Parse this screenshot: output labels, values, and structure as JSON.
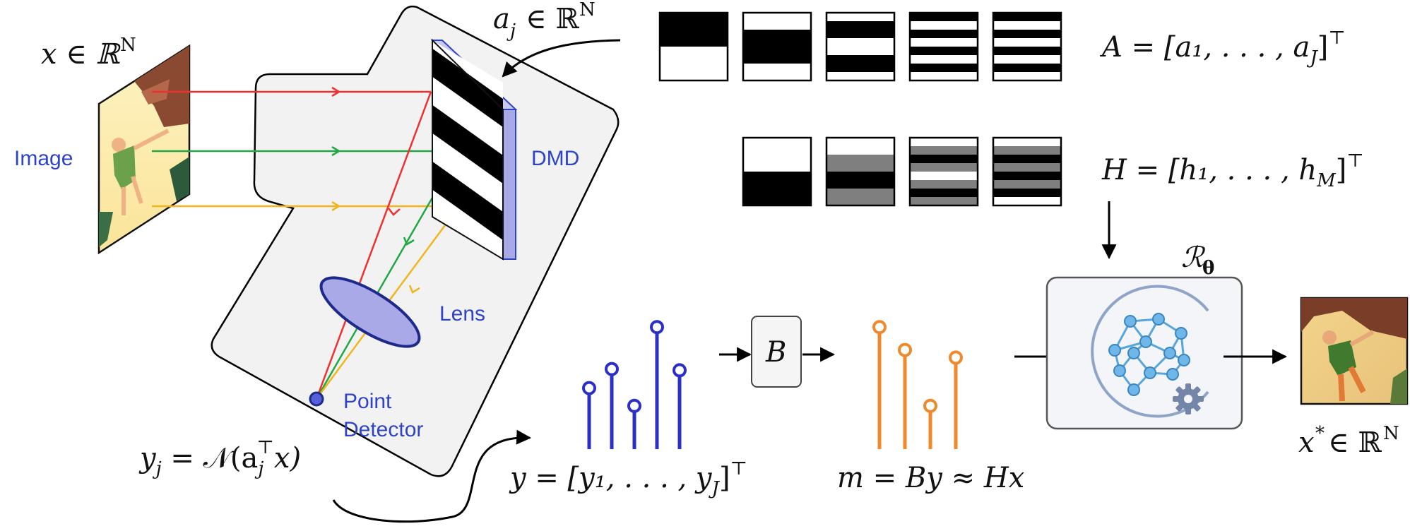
{
  "labels": {
    "image": "Image",
    "dmd": "DMD",
    "lens": "Lens",
    "point_detector_line1": "Point",
    "point_detector_line2": "Detector",
    "b_block": "B",
    "reconstructor": "ℛ"
  },
  "equations": {
    "x_in": "x ∈ ℝ",
    "x_in_sup": "N",
    "a_j": "a",
    "a_j_sub": "j",
    "a_j_set": "∈ ℝ",
    "a_j_sup": "N",
    "A_matrix": "A = [a₁, . . . , a",
    "A_matrix_sub": "J",
    "A_matrix_end": "]",
    "A_matrix_sup": "⊤",
    "H_matrix": "H = [h₁, . . . , h",
    "H_matrix_sub": "M",
    "H_matrix_end": "]",
    "H_matrix_sup": "⊤",
    "y_j": "y",
    "y_j_sub": "j",
    "y_j_rest": " = 𝒩(a",
    "y_j_rest_sub": "j",
    "y_j_rest_sup": "⊤",
    "y_j_end": "x)",
    "y_vector": "y = [y₁, . . . , y",
    "y_vector_sub": "J",
    "y_vector_end": "]",
    "y_vector_sup": "⊤",
    "m_eq": "m = By ≈ Hx",
    "x_star": "x",
    "x_star_sup": "*",
    "x_star_set": "∈ ℝ",
    "x_star_set_sup": "N",
    "r_theta_sub": "θ"
  },
  "colors": {
    "ray_red": "#f03030",
    "ray_green": "#1fa845",
    "ray_yellow": "#f2b51b",
    "measurement_blue": "#2b2fc9",
    "measurement_orange": "#ef8a2c",
    "label_blue": "#2e44c7",
    "panel_gray": "#f2f2f2",
    "dmd_purple": "#a9a9e8",
    "network_blue": "#56a5dd"
  },
  "icons": {
    "network": "neural-network-icon",
    "gear": "gear-icon"
  },
  "measurements": {
    "y_stems": [
      0.48,
      0.63,
      0.34,
      0.96,
      0.62
    ],
    "m_stems": [
      0.96,
      0.78,
      0.34,
      0.72
    ]
  },
  "patterns": {
    "A_row": [
      [
        [
          0,
          0.5,
          "#000"
        ]
      ],
      [
        [
          0.25,
          0.75,
          "#000"
        ]
      ],
      [
        [
          0.125,
          0.375,
          "#000"
        ],
        [
          0.625,
          0.875,
          "#000"
        ]
      ],
      [
        [
          0,
          0.125,
          "#000"
        ],
        [
          0.25,
          0.375,
          "#000"
        ],
        [
          0.5,
          0.625,
          "#000"
        ],
        [
          0.75,
          0.875,
          "#000"
        ]
      ],
      [
        [
          0,
          0.125,
          "#000"
        ],
        [
          0.25,
          0.375,
          "#000"
        ],
        [
          0.5,
          0.625,
          "#000"
        ],
        [
          0.75,
          0.875,
          "#000"
        ]
      ]
    ],
    "H_row": [
      [
        [
          0.5,
          1.0,
          "#000"
        ]
      ],
      [
        [
          0.25,
          0.5,
          "#7f7f7f"
        ],
        [
          0.5,
          0.75,
          "#000"
        ],
        [
          0.75,
          1.0,
          "#7f7f7f"
        ]
      ],
      [
        [
          0.125,
          0.25,
          "#7f7f7f"
        ],
        [
          0.25,
          0.375,
          "#000"
        ],
        [
          0.375,
          0.5,
          "#7f7f7f"
        ],
        [
          0.625,
          0.75,
          "#7f7f7f"
        ],
        [
          0.75,
          0.875,
          "#000"
        ],
        [
          0.875,
          1.0,
          "#7f7f7f"
        ]
      ],
      [
        [
          0.125,
          0.25,
          "#7f7f7f"
        ],
        [
          0.25,
          0.375,
          "#000"
        ],
        [
          0.375,
          0.5,
          "#7f7f7f"
        ],
        [
          0.5,
          0.625,
          "#000"
        ],
        [
          0.625,
          0.75,
          "#7f7f7f"
        ],
        [
          0.75,
          0.875,
          "#000"
        ]
      ]
    ]
  }
}
